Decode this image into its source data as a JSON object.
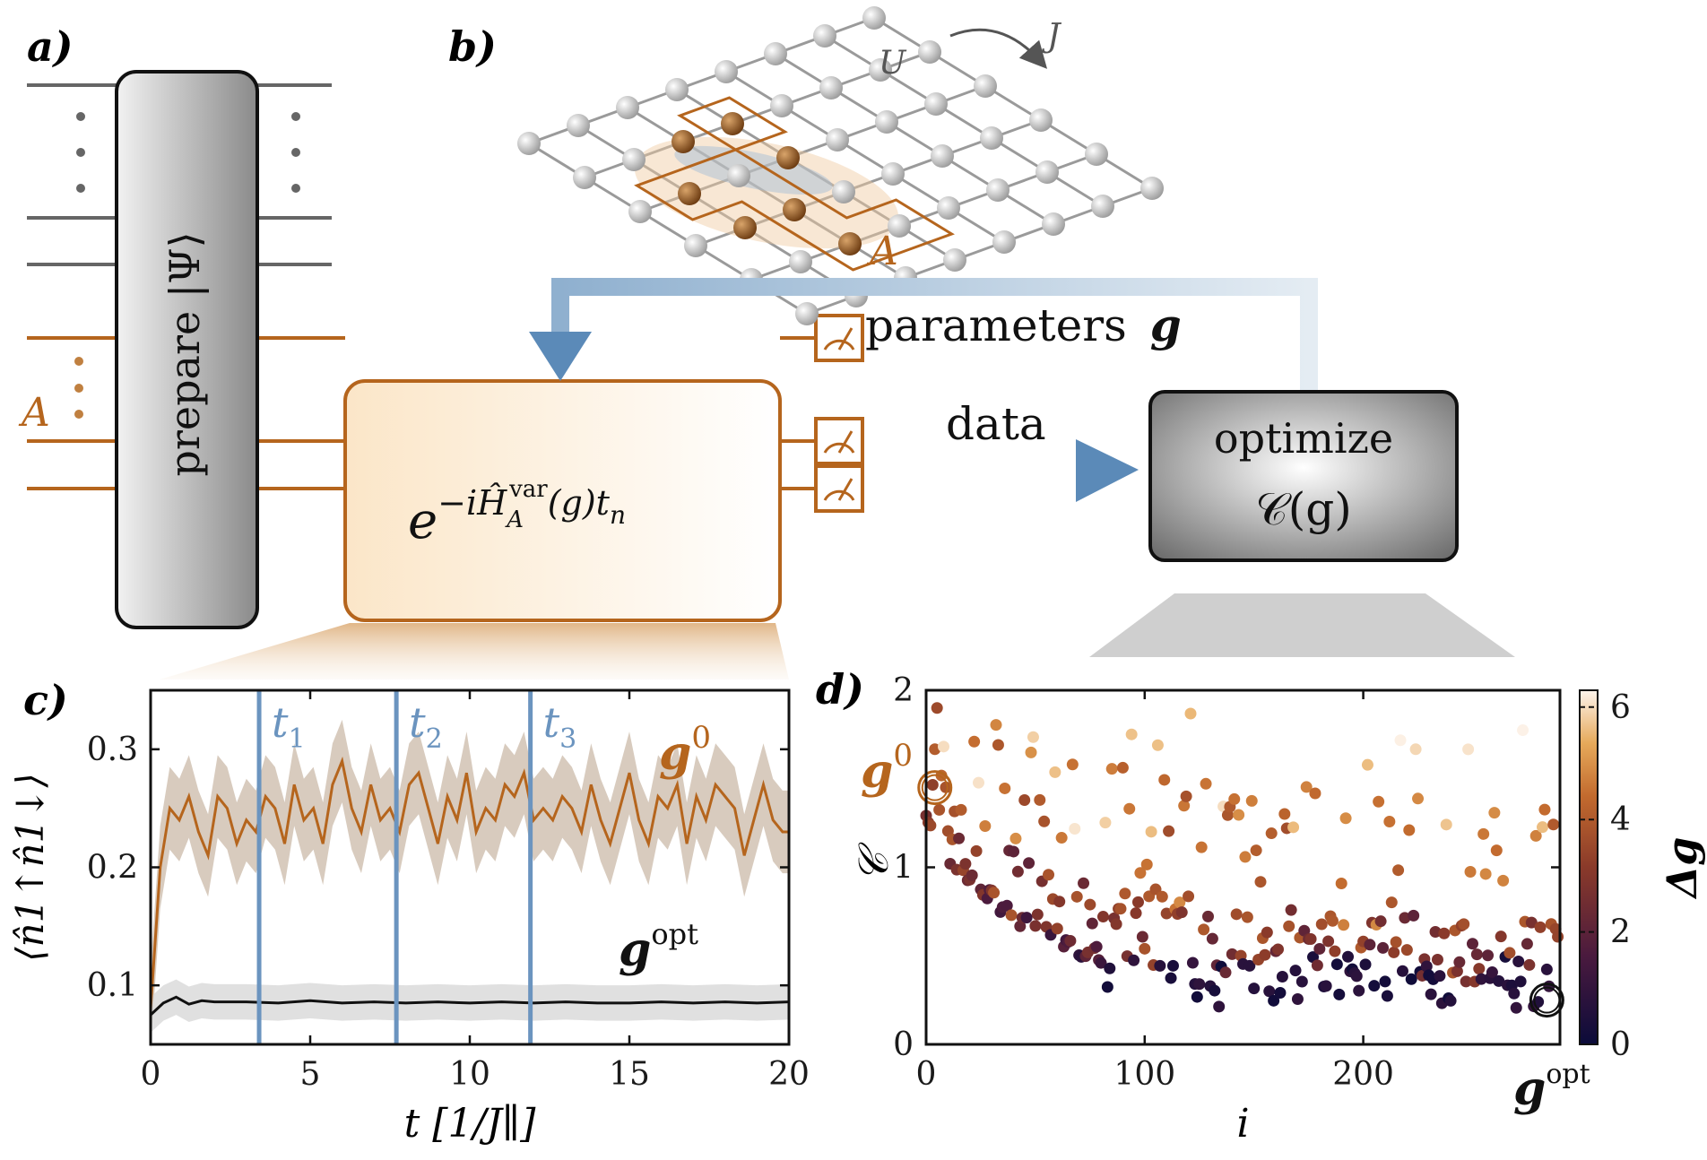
{
  "panels": {
    "a": {
      "label": "a)",
      "prepare_text": "prepare |Ψ⟩",
      "subsystem_label": "A"
    },
    "b": {
      "label": "b)",
      "U_label": "U",
      "J_label": "J",
      "subsystem_label": "A"
    },
    "flow": {
      "params_label": "parameters",
      "params_symbol": "g",
      "data_label": "data",
      "unitary_text": "e",
      "unitary_exp": "−iĤ",
      "unitary_sub": "A",
      "unitary_sup": "var",
      "unitary_tail": "(g)t",
      "unitary_tn": "n",
      "optimize_line1": "optimize",
      "optimize_line2": "𝒞(g)"
    },
    "c": {
      "label": "c)",
      "t1": "t",
      "t2": "t",
      "t3": "t",
      "t1_sub": "1",
      "t2_sub": "2",
      "t3_sub": "3",
      "g0": "g",
      "g0_sup": "0",
      "gopt": "g",
      "gopt_sup": "opt"
    },
    "d": {
      "label": "d)",
      "g0": "g",
      "g0_sup": "0",
      "gopt": "g",
      "gopt_sup": "opt"
    }
  },
  "colors": {
    "orange": "#b5651d",
    "blue": "#5b8ab8",
    "gray_box": "#9a9a9a",
    "black": "#111111"
  },
  "chart_data": [
    {
      "type": "line",
      "panel": "c",
      "xlabel": "t [1/J∥]",
      "ylabel": "⟨n̂1↑n̂1↓⟩",
      "xlim": [
        0,
        20
      ],
      "ylim": [
        0.05,
        0.35
      ],
      "xticks": [
        "0",
        "5",
        "10",
        "15",
        "20"
      ],
      "yticks": [
        "0.1",
        "0.2",
        "0.3"
      ],
      "vlines": [
        3.4,
        7.7,
        11.9
      ],
      "series": [
        {
          "name": "g0",
          "band": 0.035,
          "x": [
            0,
            0.3,
            0.6,
            0.9,
            1.2,
            1.5,
            1.8,
            2.1,
            2.4,
            2.7,
            3.0,
            3.3,
            3.6,
            3.9,
            4.2,
            4.5,
            4.8,
            5.1,
            5.4,
            5.7,
            6.0,
            6.3,
            6.6,
            6.9,
            7.2,
            7.5,
            7.8,
            8.1,
            8.4,
            8.7,
            9.0,
            9.3,
            9.6,
            9.9,
            10.2,
            10.5,
            10.8,
            11.1,
            11.4,
            11.7,
            12.0,
            12.3,
            12.6,
            12.9,
            13.2,
            13.5,
            13.8,
            14.1,
            14.4,
            14.7,
            15.0,
            15.3,
            15.6,
            15.9,
            16.2,
            16.5,
            16.8,
            17.1,
            17.4,
            17.7,
            18.0,
            18.3,
            18.6,
            18.9,
            19.2,
            19.5,
            19.8,
            20.0
          ],
          "y": [
            0.08,
            0.2,
            0.25,
            0.24,
            0.26,
            0.23,
            0.21,
            0.26,
            0.25,
            0.22,
            0.24,
            0.23,
            0.26,
            0.25,
            0.22,
            0.27,
            0.24,
            0.25,
            0.22,
            0.27,
            0.29,
            0.25,
            0.23,
            0.27,
            0.24,
            0.25,
            0.23,
            0.27,
            0.28,
            0.25,
            0.22,
            0.26,
            0.24,
            0.28,
            0.23,
            0.25,
            0.24,
            0.27,
            0.26,
            0.28,
            0.24,
            0.25,
            0.24,
            0.26,
            0.25,
            0.23,
            0.27,
            0.24,
            0.22,
            0.25,
            0.28,
            0.24,
            0.22,
            0.26,
            0.25,
            0.27,
            0.22,
            0.26,
            0.24,
            0.27,
            0.26,
            0.25,
            0.21,
            0.24,
            0.27,
            0.24,
            0.23,
            0.23
          ]
        },
        {
          "name": "gopt",
          "band": 0.015,
          "x": [
            0,
            0.4,
            0.8,
            1.2,
            1.6,
            2.0,
            3,
            4,
            5,
            6,
            7,
            8,
            9,
            10,
            11,
            12,
            13,
            14,
            15,
            16,
            17,
            18,
            19,
            20
          ],
          "y": [
            0.075,
            0.085,
            0.09,
            0.084,
            0.087,
            0.086,
            0.086,
            0.085,
            0.087,
            0.085,
            0.086,
            0.085,
            0.086,
            0.085,
            0.086,
            0.085,
            0.086,
            0.085,
            0.085,
            0.086,
            0.085,
            0.086,
            0.085,
            0.086
          ]
        }
      ]
    },
    {
      "type": "scatter",
      "panel": "d",
      "xlabel": "i",
      "ylabel": "𝒞",
      "xlim": [
        0,
        290
      ],
      "ylim": [
        0,
        2
      ],
      "xticks": [
        "0",
        "100",
        "200"
      ],
      "yticks": [
        "0",
        "1",
        "2"
      ],
      "colorbar": {
        "label": "Δg",
        "range": [
          0,
          6.3
        ],
        "ticks": [
          "0",
          "2",
          "4",
          "6"
        ]
      },
      "highlight_points": [
        {
          "name": "g0",
          "i": 4,
          "C": 1.45
        },
        {
          "name": "gopt",
          "i": 284,
          "C": 0.25
        }
      ]
    }
  ]
}
